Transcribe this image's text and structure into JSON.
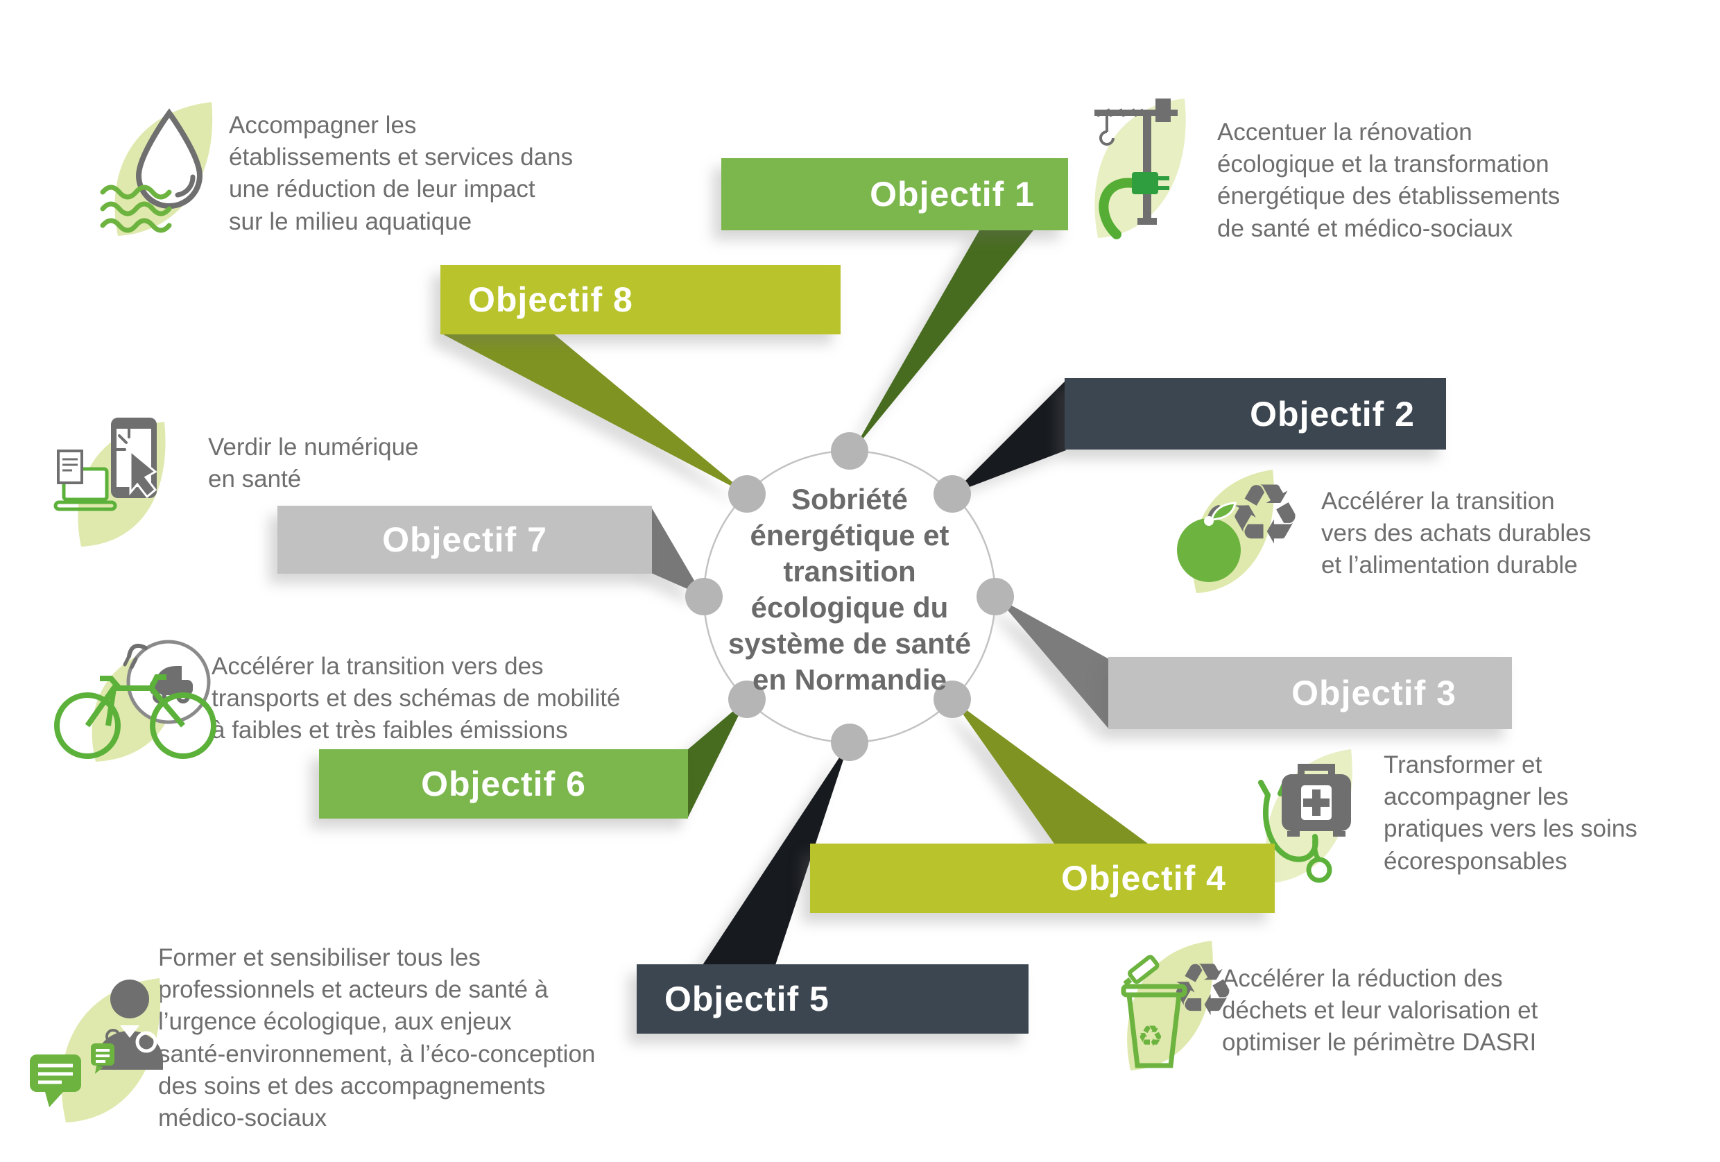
{
  "center": {
    "title": "Sobriété énergétique et transition écologique du système de santé en Normandie",
    "title_lines": [
      "Sobriété",
      "énergétique et",
      "transition",
      "écologique du",
      "système de santé",
      "en Normandie"
    ]
  },
  "objectives": [
    {
      "label": "Objectif 1",
      "icon": "construction-crane-icon",
      "description": "Accentuer la rénovation\nécologique et la transformation\nénergétique des établissements\nde santé et médico-sociaux",
      "banner_color": "#7cb74e",
      "pointer_color": "#476c1f"
    },
    {
      "label": "Objectif 2",
      "icon": "apple-recycle-icon",
      "description": "Accélérer la transition\nvers des achats durables\net l’alimentation durable",
      "banner_color": "#3c4650",
      "pointer_color": "#171a1f"
    },
    {
      "label": "Objectif 3",
      "icon": "first-aid-kit-icon",
      "description": "Transformer et\naccompagner les\npratiques vers les soins\nécoresponsables",
      "banner_color": "#c1c1c1",
      "pointer_color": "#7c7c7c"
    },
    {
      "label": "Objectif 4",
      "icon": "trash-recycle-icon",
      "description": "Accélérer la réduction des\ndéchets et leur valorisation et\noptimiser le périmètre DASRI",
      "banner_color": "#b9c42c",
      "pointer_color": "#7e9321"
    },
    {
      "label": "Objectif 5",
      "icon": "educator-speech-icon",
      "description": "Former et sensibiliser tous les\nprofessionnels et acteurs de santé à\nl’urgence écologique, aux enjeux\nsanté-environnement, à l’éco-conception\ndes soins et des accompagnements\nmédico-sociaux",
      "banner_color": "#3c4650",
      "pointer_color": "#171a1f"
    },
    {
      "label": "Objectif 6",
      "icon": "bicycle-ev-icon",
      "description": "Accélérer la transition vers des\ntransports et des schémas de mobilité\nà faibles et très faibles émissions",
      "banner_color": "#7cb74e",
      "pointer_color": "#476c1f"
    },
    {
      "label": "Objectif 7",
      "icon": "digital-health-icon",
      "description": "Verdir le numérique\nen santé",
      "banner_color": "#c1c1c1",
      "pointer_color": "#787878"
    },
    {
      "label": "Objectif 8",
      "icon": "water-drop-icon",
      "description": "Accompagner les\nétablissements et services dans\nune réduction de leur impact\nsur le milieu aquatique",
      "banner_color": "#b9c42c",
      "pointer_color": "#7e9321"
    }
  ],
  "palette": {
    "green": "#7cb74e",
    "dark_green": "#476c1f",
    "lime": "#b9c42c",
    "olive": "#7e9321",
    "slate": "#3c4650",
    "black": "#171a1f",
    "light_gray": "#c1c1c1",
    "mid_gray": "#7c7c7c",
    "leaf": "#dfe9ad",
    "icon_green": "#6cb33f",
    "icon_gray": "#6f6f6f",
    "text_gray": "#6e6e6e",
    "dot_gray": "#b5b5b5"
  }
}
